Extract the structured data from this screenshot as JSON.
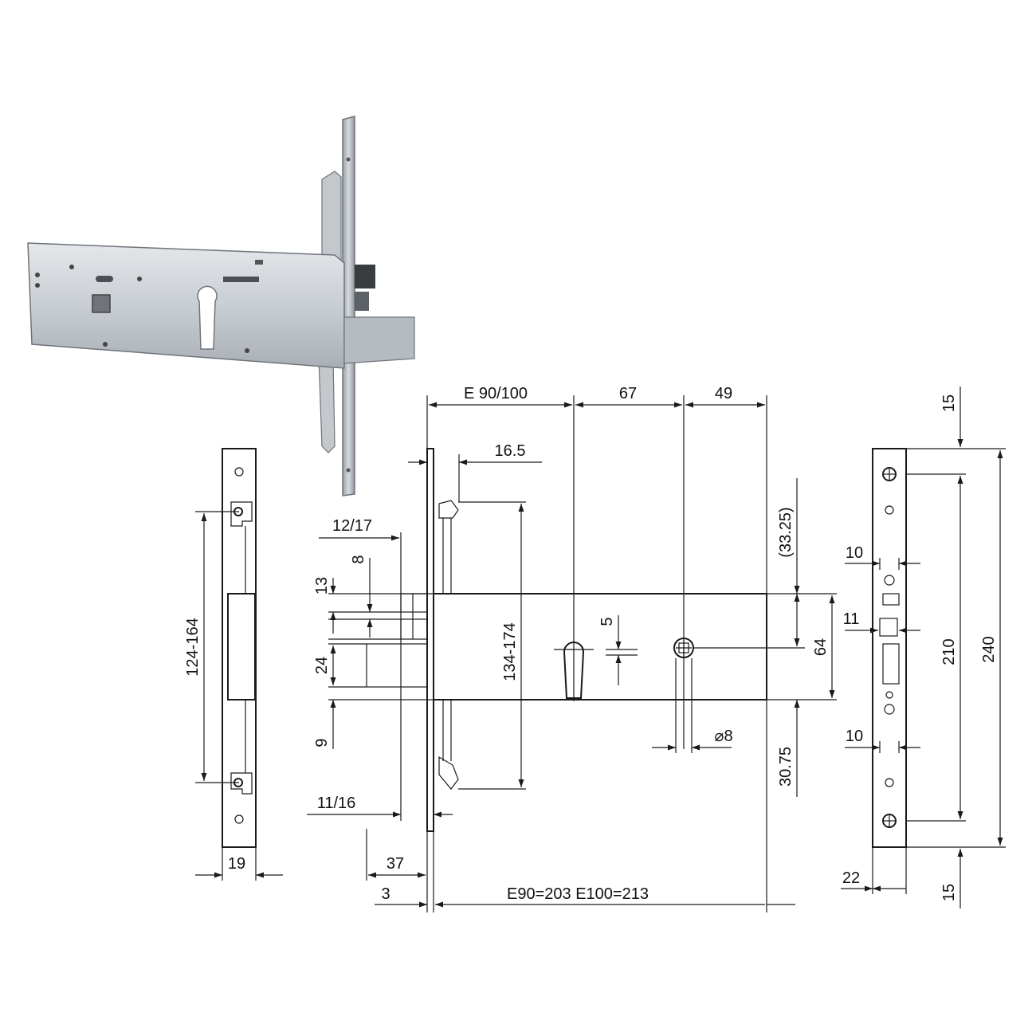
{
  "dimensions": {
    "d_e90_100": "E 90/100",
    "d_67": "67",
    "d_49": "49",
    "d_16_5": "16.5",
    "d_12_17": "12/17",
    "d_8": "8",
    "d_13": "13",
    "d_24": "24",
    "d_9": "9",
    "d_11_16": "11/16",
    "d_37": "37",
    "d_3": "3",
    "d_e90_e100": "E90=203  E100=213",
    "d_134_174": "134-174",
    "d_5": "5",
    "d_diam8": "⌀8",
    "d_33_25": "(33.25)",
    "d_64": "64",
    "d_30_75": "30.75",
    "d_124_164": "124-164",
    "d_19": "19",
    "d_15_top": "15",
    "d_10_top": "10",
    "d_11": "11",
    "d_10_bot": "10",
    "d_210": "210",
    "d_240": "240",
    "d_22": "22",
    "d_15_bot": "15"
  },
  "colors": {
    "line": "#1a1a1a",
    "metal_light": "#d4d8dc",
    "metal_dark": "#8a9096"
  }
}
